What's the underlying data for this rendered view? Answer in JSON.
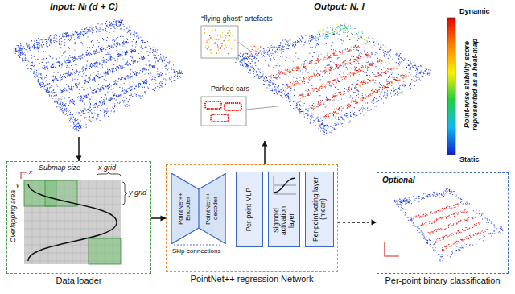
{
  "diagram": {
    "nodes": [
      {
        "text": [
          "Input: Nᵢ (d + C)"
        ]
      },
      {
        "text": [
          "Output: N, l"
        ]
      },
      {
        "text": [
          "Data loader"
        ]
      },
      {
        "text": [
          "PointNet++ regression Network"
        ]
      },
      {
        "text": [
          "PointNet++ Encoder"
        ],
        "in": 3
      },
      {
        "text": [
          "PointNet++ decoder"
        ],
        "in": 3
      },
      {
        "text": [
          "Per-point MLP"
        ],
        "in": 3
      },
      {
        "text": [
          "Sigmoid activation layer"
        ],
        "in": 3
      },
      {
        "text": [
          "Per-point voting layer (mean)"
        ],
        "in": 3
      },
      {
        "text": [
          "Optional",
          "Per-point binary classification"
        ]
      }
    ],
    "edges": [
      {
        "from": 0,
        "to": 2,
        "arrow": "to"
      },
      {
        "from": 2,
        "to": 3,
        "arrow": "to"
      },
      {
        "from": 3,
        "to": 1,
        "arrow": "to"
      },
      {
        "from": 3,
        "to": 9,
        "arrow": "to"
      }
    ],
    "labels": [
      "“flying ghost” artefacts",
      "Parked cars",
      "Dynamic",
      "Static",
      "Point-wise stability score represented as a heat-map",
      "Submap size",
      "x grid",
      "y grid",
      "Overlapping area",
      "y",
      "x",
      "Skip connections"
    ]
  }
}
